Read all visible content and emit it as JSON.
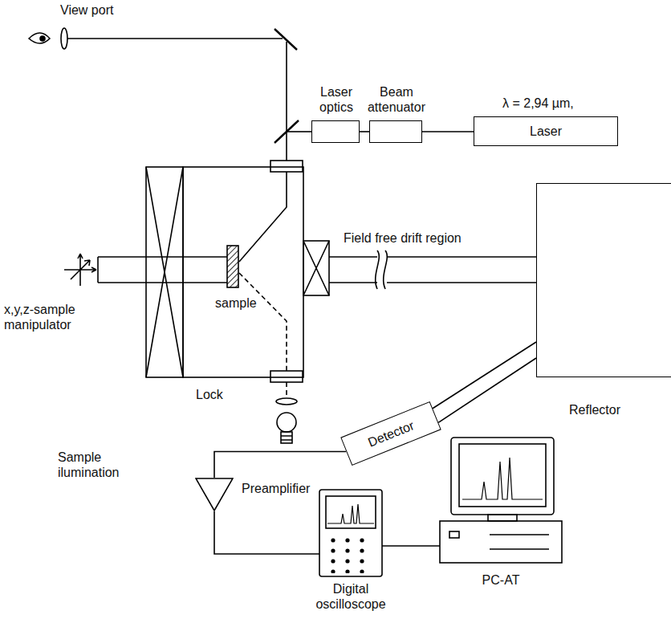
{
  "diagram": {
    "nodes": [
      {
        "text": [
          "Laser optics"
        ]
      },
      {
        "text": [
          "Beam attenuator"
        ]
      },
      {
        "text": [
          "λ = 2,94 µm,",
          "Laser"
        ]
      },
      {
        "text": [
          "Reflector"
        ]
      },
      {
        "text": [
          "Detector"
        ]
      },
      {
        "text": [
          "Preamplifier"
        ]
      },
      {
        "text": [
          "Digital oscilloscope"
        ]
      },
      {
        "text": [
          "PC-AT"
        ]
      }
    ],
    "edges": [
      {
        "from": 0,
        "to": 1,
        "arrow": "none"
      },
      {
        "from": 1,
        "to": 2,
        "arrow": "none"
      },
      {
        "from": 4,
        "to": 3,
        "arrow": "none"
      },
      {
        "from": 4,
        "to": 5,
        "arrow": "none"
      },
      {
        "from": 5,
        "to": 6,
        "arrow": "none"
      },
      {
        "from": 6,
        "to": 7,
        "arrow": "none"
      }
    ],
    "labels": [
      "View port",
      "Field free drift region",
      "x,y,z-sample manipulator",
      "sample",
      "Lock",
      "Sample ilumination"
    ]
  }
}
